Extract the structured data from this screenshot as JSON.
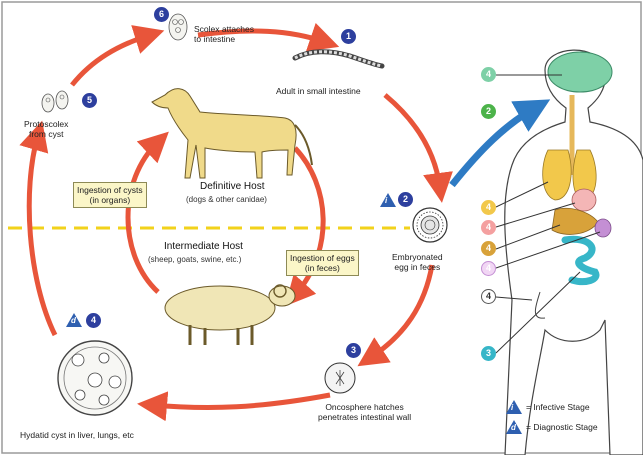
{
  "stages": {
    "s1": {
      "number": "1",
      "label": "Adult in small intestine"
    },
    "s2": {
      "number": "2",
      "label_l1": "Embryonated",
      "label_l2": "egg in feces"
    },
    "s3": {
      "number": "3",
      "label_l1": "Oncosphere hatches",
      "label_l2": "penetrates intestinal wall"
    },
    "s4": {
      "number": "4",
      "label": "Hydatid cyst in liver, lungs, etc"
    },
    "s5": {
      "number": "5",
      "label_l1": "Protoscolex",
      "label_l2": "from cyst"
    },
    "s6": {
      "number": "6",
      "label_l1": "Scolex attaches",
      "label_l2": "to intestine"
    }
  },
  "hosts": {
    "definitive_title": "Definitive Host",
    "definitive_sub": "(dogs & other canidae)",
    "intermediate_title": "Intermediate Host",
    "intermediate_sub": "(sheep, goats, swine, etc.)"
  },
  "boxes": {
    "cysts_l1": "Ingestion of cysts",
    "cysts_l2": "(in organs)",
    "eggs_l1": "Ingestion of eggs",
    "eggs_l2": "(in feces)"
  },
  "stage_icons": {
    "infective": "i",
    "diagnostic": "d"
  },
  "human_markers": [
    "4",
    "2",
    "4",
    "4",
    "4",
    "4",
    "4",
    "3"
  ],
  "legend": {
    "infective_icon": "i",
    "infective_label": "= Infective Stage",
    "diagnostic_icon": "d",
    "diagnostic_label": "= Diagnostic Stage"
  },
  "colors": {
    "arrow": "#e8553a",
    "blue_arrow": "#2e7bc4",
    "stage_circle": "#2d3f9e",
    "divider": "#f2d21b",
    "box_fill": "#fbf6c8"
  }
}
